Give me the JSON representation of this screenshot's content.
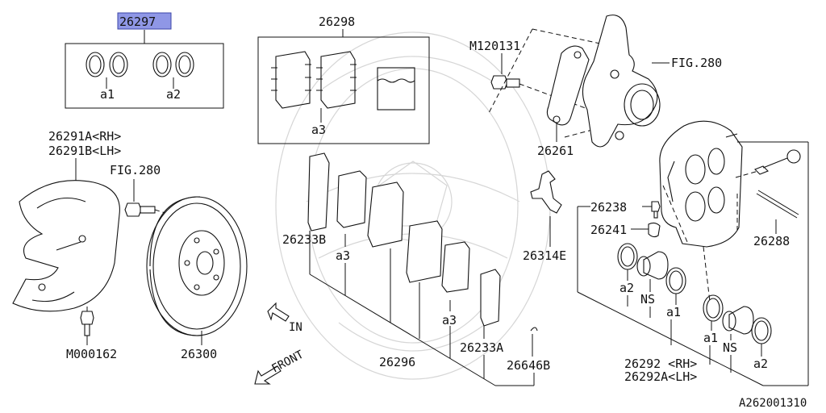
{
  "diagram": {
    "reference_code": "A262001310",
    "callouts": {
      "kit_seal": "26297",
      "pad_kit": "26298",
      "bracket_bolt": "M120131",
      "knuckle_ref": "FIG.280",
      "support": "26261",
      "cover_rh": "26291A<RH>",
      "cover_lh": "26291B<LH>",
      "hub_ref": "FIG.280",
      "shim_b": "26233B",
      "pad_a3_left": "a3",
      "bleeder": "26238",
      "cap": "26241",
      "spring": "26314E",
      "pin": "26288",
      "seal_a2_left": "a2",
      "ns_left": "NS",
      "seal_a1_left": "a1",
      "seal_a1_right": "a1",
      "ns_right": "NS",
      "seal_a2_right": "a2",
      "pad_a3_right": "a3",
      "shim_a": "26233A",
      "clip": "26646B",
      "pad": "26296",
      "caliper_rh": "26292 <RH>",
      "caliper_lh": "26292A<LH>",
      "cover_bolt": "M000162",
      "rotor": "26300",
      "in_arrow": "IN",
      "front_arrow": "FRONT",
      "kit_a1": "a1",
      "kit_a2": "a2",
      "pad_kit_a3": "a3"
    }
  }
}
